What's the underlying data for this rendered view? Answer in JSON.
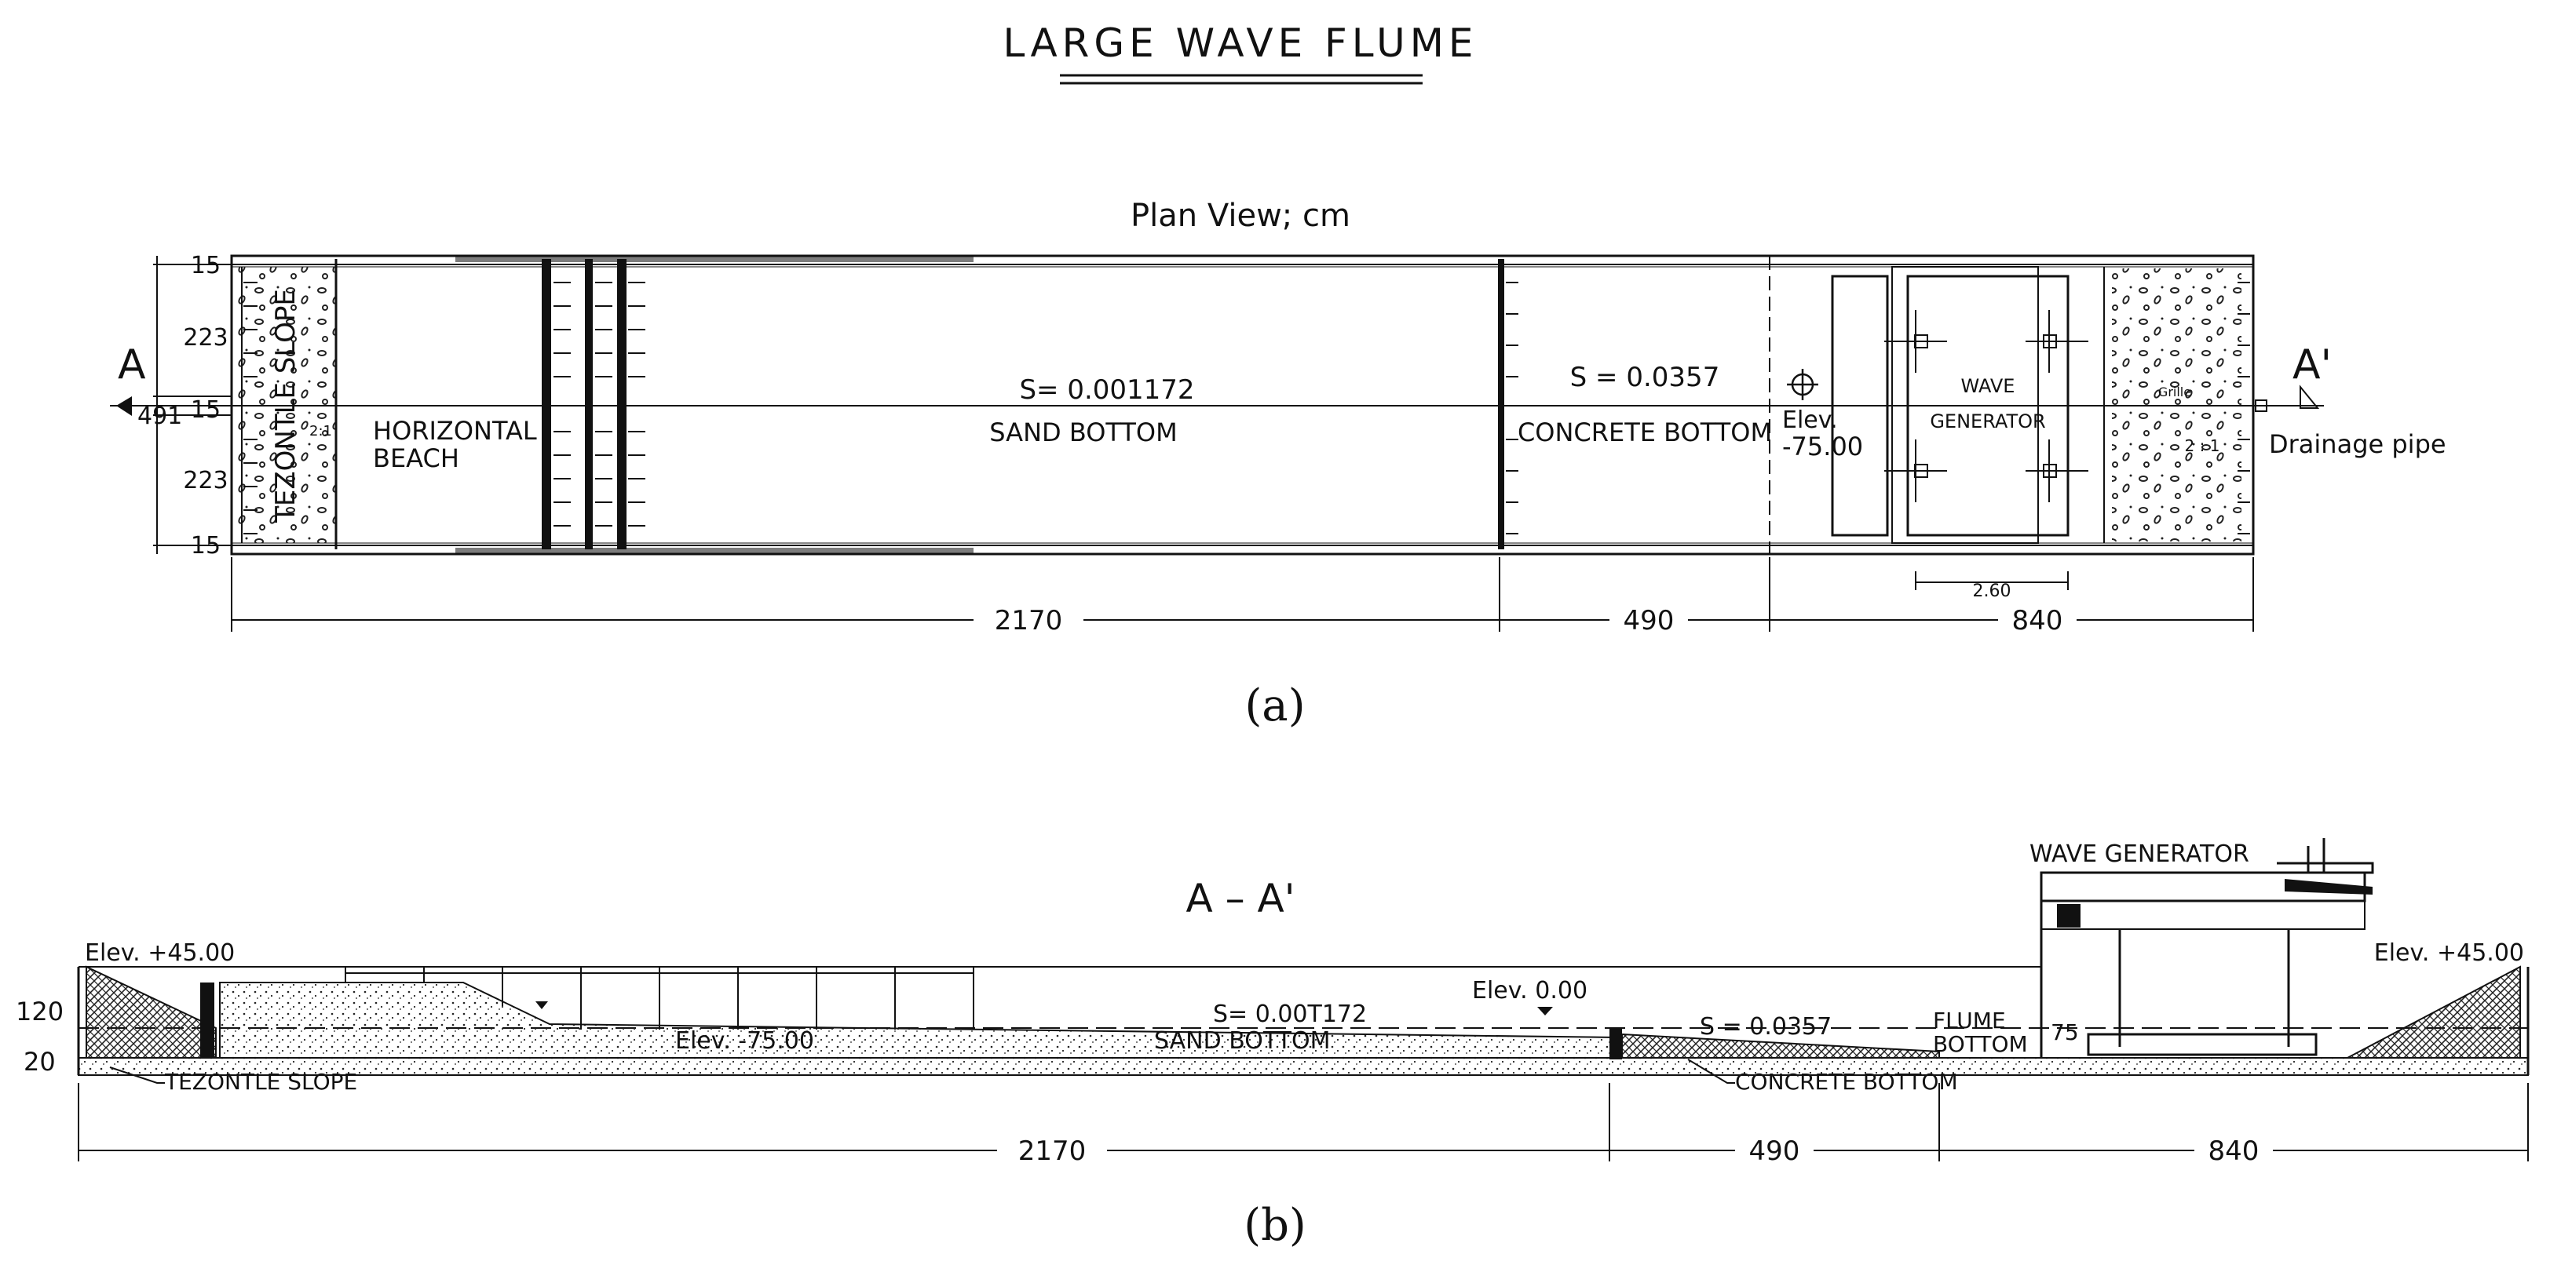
{
  "title": "LARGE WAVE FLUME",
  "plan": {
    "heading": "Plan View; cm",
    "section_start": "A",
    "section_end": "A'",
    "width_dims": [
      "15",
      "223",
      "15",
      "223",
      "15"
    ],
    "total_width": "491",
    "tezontle_slope": "TEZONTLE SLOPE",
    "slope_ratio_left": "2:1",
    "horizontal_beach": [
      "HORIZONTAL",
      "BEACH"
    ],
    "sand_slope": "S= 0.001172",
    "sand_bottom": "SAND BOTTOM",
    "concrete_slope": "S = 0.0357",
    "concrete_bottom": "CONCRETE BOTTOM",
    "elev_label": [
      "Elev.",
      "-75.00"
    ],
    "wave_generator": [
      "WAVE",
      "GENERATOR"
    ],
    "grille": "Grille",
    "slope_ratio_right": "2 : 1",
    "drainage_pipe": "Drainage pipe",
    "dims": [
      "2170",
      "490",
      "840"
    ],
    "generator_dim": "2.60",
    "caption": "(a)"
  },
  "section": {
    "heading": "A  –  A'",
    "wave_generator": "WAVE GENERATOR",
    "elev_left": "Elev.  +45.00",
    "elev_right": "Elev.  +45.00",
    "elev_zero": "Elev.  0.00",
    "elev_sand": "Elev.  -75.00",
    "sand_slope": "S= 0.00T172",
    "sand_bottom": "SAND BOTTOM",
    "concrete_slope": "S = 0.0357",
    "flume_bottom": [
      "FLUME",
      "BOTTOM"
    ],
    "depth_75": "75",
    "height_120": "120",
    "height_20": "20",
    "tezontle_slope": "TEZONTLE SLOPE",
    "concrete_bottom": "CONCRETE BOTTOM",
    "dims": [
      "2170",
      "490",
      "840"
    ],
    "caption": "(b)"
  }
}
